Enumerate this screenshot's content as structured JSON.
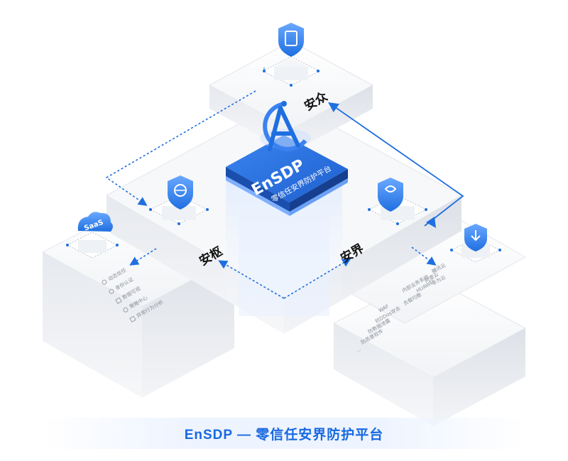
{
  "platform": {
    "name": "EnSDP",
    "subtitle": "零信任安界防护平台"
  },
  "zones": {
    "top": "安众",
    "left": "安枢",
    "right": "安界"
  },
  "saas": {
    "badge": "SaaS",
    "items": [
      "动态信任",
      "身份认证",
      "数据可视",
      "策略中心",
      "异常行为分析"
    ]
  },
  "resources": {
    "items": [
      "腾讯云",
      "阿里云",
      "华为云",
      "内部业务系统",
      "HUAWEI",
      "负载均衡",
      "WAF",
      "抗DDos攻击",
      "防数据泄露",
      "防恶意软件",
      "..."
    ]
  },
  "caption": "EnSDP — 零信任安界防护平台",
  "colors": {
    "accent": "#1769e0",
    "platform_top": "#2b6fd8",
    "platform_side": "#1d55b8",
    "arrow": "#1f6fe0"
  }
}
